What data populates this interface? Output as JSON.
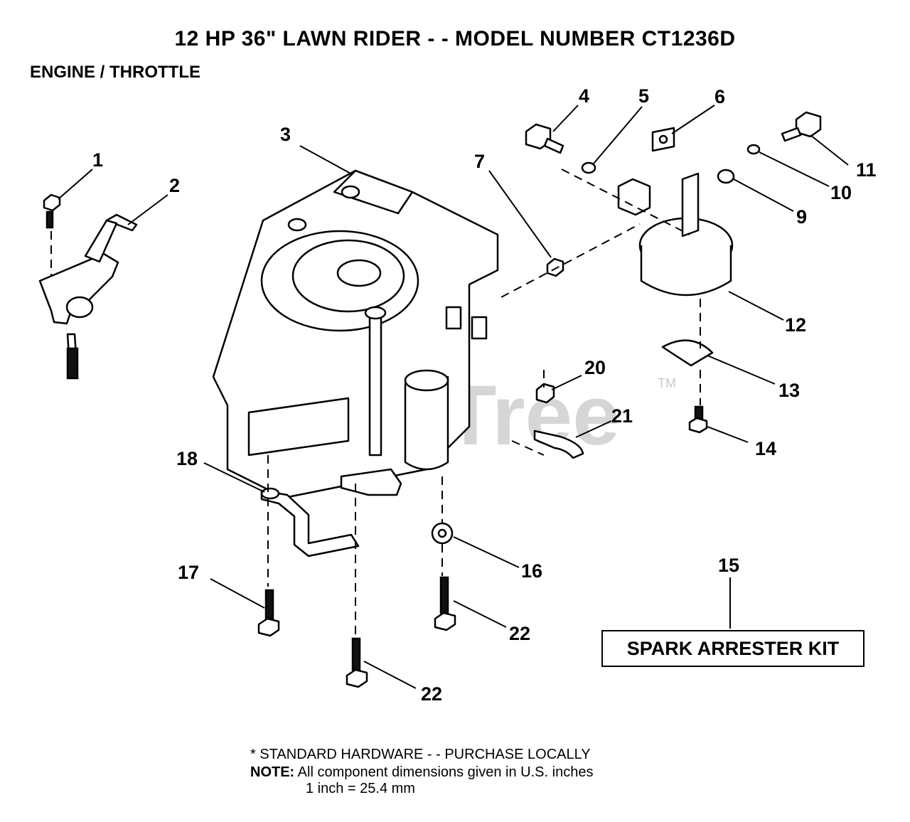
{
  "header": {
    "title": "12 HP 36\" LAWN RIDER - - MODEL NUMBER CT1236D",
    "subtitle": "ENGINE / THROTTLE"
  },
  "watermark": {
    "text": "PartsTree",
    "tm": "TM"
  },
  "callouts": [
    "1",
    "2",
    "3",
    "4",
    "5",
    "6",
    "7",
    "9",
    "10",
    "11",
    "12",
    "13",
    "14",
    "15",
    "16",
    "17",
    "18",
    "20",
    "21",
    "22",
    "22"
  ],
  "kit_label": "SPARK ARRESTER KIT",
  "notes": {
    "line1": "* STANDARD HARDWARE - - PURCHASE LOCALLY",
    "note_prefix": "NOTE:",
    "line2": "All component dimensions given in U.S. inches",
    "line3": "1 inch = 25.4 mm"
  }
}
